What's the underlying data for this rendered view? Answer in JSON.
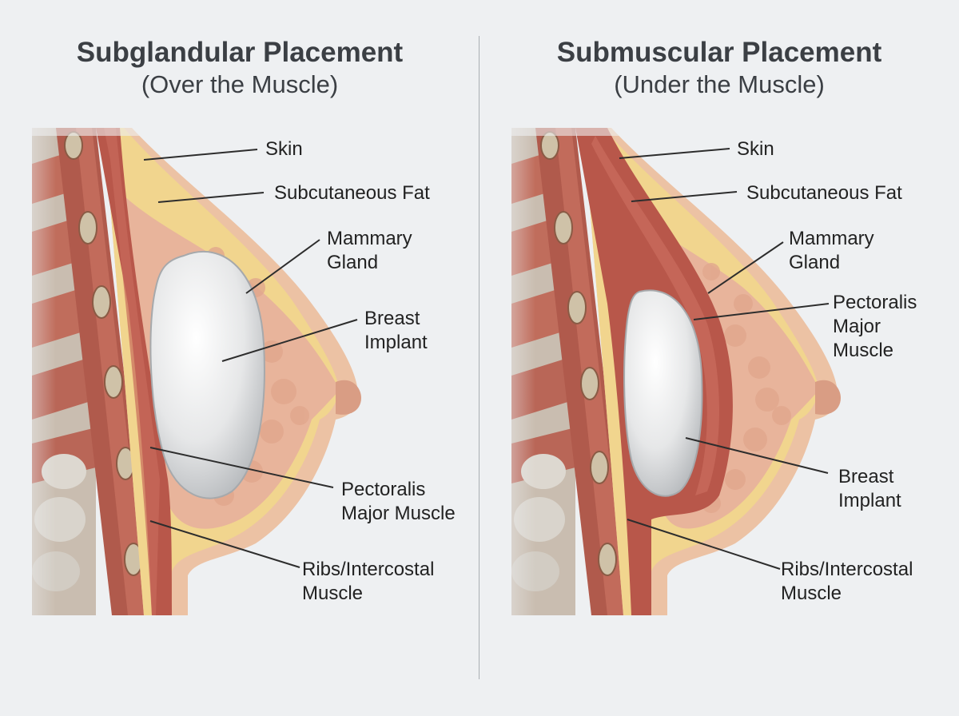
{
  "left": {
    "title": "Subglandular Placement",
    "subtitle": "(Over the Muscle)",
    "labels": {
      "skin": "Skin",
      "fat": "Subcutaneous Fat",
      "gland": "Mammary\nGland",
      "implant": "Breast\nImplant",
      "pectoralis": "Pectoralis\nMajor Muscle",
      "ribs": "Ribs/Intercostal\nMuscle"
    }
  },
  "right": {
    "title": "Submuscular Placement",
    "subtitle": "(Under the Muscle)",
    "labels": {
      "skin": "Skin",
      "fat": "Subcutaneous Fat",
      "gland": "Mammary\nGland",
      "pectoralis": "Pectoralis\nMajor\nMuscle",
      "implant": "Breast\nImplant",
      "ribs": "Ribs/Intercostal\nMuscle"
    }
  },
  "colors": {
    "skin": "#ecc2a4",
    "fat": "#f1d58e",
    "gland": "#e8b49b",
    "muscle": "#b8574a",
    "implant": "#e4e5e6",
    "bone": "#d7d2c9"
  }
}
